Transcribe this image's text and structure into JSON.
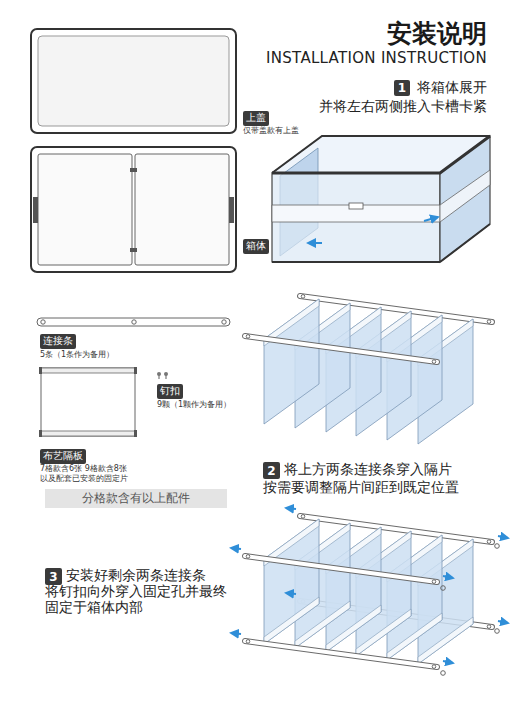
{
  "diagram": {
    "title": "安装说明",
    "nodes": [
      {
        "text": [
          "1"
        ]
      },
      {
        "text": [
          "上盖"
        ]
      },
      {
        "text": [
          "箱体"
        ]
      },
      {
        "text": [
          "连接条"
        ]
      },
      {
        "text": [
          "钉扣"
        ]
      },
      {
        "text": [
          "布艺隔板"
        ]
      },
      {
        "text": [
          "2"
        ]
      },
      {
        "text": [
          "分格款含有以上配件"
        ]
      },
      {
        "text": [
          "3"
        ]
      }
    ],
    "labels": [
      "INSTALLATION INSTRUCTION",
      "将箱体展开 并将左右两侧推入卡槽卡紧",
      "仅带盖款有上盖",
      "5条（1条作为备用）",
      "9颗（1颗作为备用）",
      "7格款含6张 9格款含8张 以及配套已安装的固定片",
      "将上方两条连接条穿入隔片 按需要调整隔片间距到既定位置",
      "安装好剩余两条连接条 将钉扣向外穿入固定孔并最终 固定于箱体内部"
    ]
  }
}
